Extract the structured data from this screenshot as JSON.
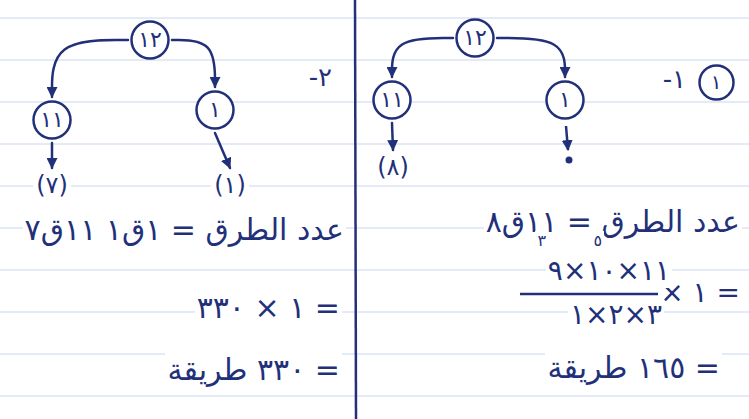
{
  "diagram": {
    "nodes": [
      {
        "text": [
          "١"
        ]
      },
      {
        "text": [
          "١٢"
        ]
      },
      {
        "text": [
          "١١"
        ]
      },
      {
        "text": [
          "١"
        ]
      },
      {
        "text": [
          "(٨)"
        ]
      },
      {
        "text": [
          "١٢"
        ]
      },
      {
        "text": [
          "١١"
        ]
      },
      {
        "text": [
          "١"
        ]
      },
      {
        "text": [
          "(٧)"
        ]
      },
      {
        "text": [
          "(١)"
        ]
      }
    ],
    "edges": [
      {
        "from": 1,
        "to": 2,
        "arrow": "to"
      },
      {
        "from": 1,
        "to": 3,
        "arrow": "to"
      },
      {
        "from": 2,
        "to": 4,
        "arrow": "to"
      },
      {
        "from": 5,
        "to": 6,
        "arrow": "to"
      },
      {
        "from": 5,
        "to": 7,
        "arrow": "to"
      },
      {
        "from": 6,
        "to": 8,
        "arrow": "to"
      },
      {
        "from": 7,
        "to": 9,
        "arrow": "to"
      }
    ],
    "labels": [
      "١-",
      "عدد الطرق = ١١ق٨",
      "= ١ ×",
      "١١×١٠×٩",
      "٣×٢×١",
      "٣",
      "٥",
      "= ١٦٥ طريقة",
      "٢-",
      "عدد الطرق = ١ق١ ١١ق٧",
      "= ١ × ٣٣٠",
      "= ٣٣٠ طريقة"
    ]
  }
}
